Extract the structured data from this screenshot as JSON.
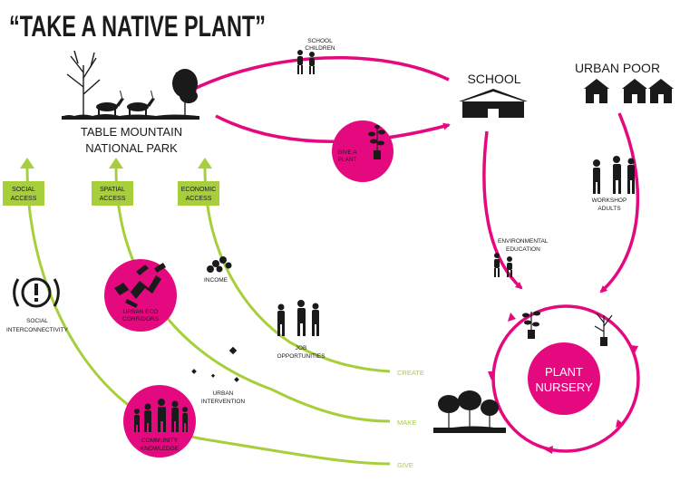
{
  "title": "“TAKE A NATIVE PLANT”",
  "nodes": {
    "park": [
      "TABLE MOUNTAIN",
      "NATIONAL PARK"
    ],
    "school": "SCHOOL",
    "urban_poor": "URBAN POOR",
    "nursery": [
      "PLANT",
      "NURSERY"
    ],
    "give_plant": [
      "GIVE A",
      "PLANT"
    ],
    "eco_corridors": [
      "URBAN ECO",
      "CORRIDORS"
    ],
    "community": [
      "COMMUNITY",
      "KNOWLEDGE"
    ]
  },
  "labels": {
    "school_children": [
      "SCHOOL",
      "CHILDREN"
    ],
    "workshop_adults": [
      "WORKSHOP",
      "ADULTS"
    ],
    "env_education": [
      "ENVIRONMENTAL",
      "EDUCATION"
    ],
    "income": "INCOME",
    "job_opportunities": [
      "JOB",
      "OPPORTUNITIES"
    ],
    "urban_intervention": [
      "URBAN",
      "INTERVENTION"
    ],
    "social_interconnectivity": [
      "SOCIAL",
      "INTERCONNECTIVITY"
    ]
  },
  "access_boxes": [
    [
      "SOCIAL",
      "ACCESS"
    ],
    [
      "SPATIAL",
      "ACCESS"
    ],
    [
      "ECONOMIC",
      "ACCESS"
    ]
  ],
  "arc_ends": {
    "create": "CREATE",
    "make": "MAKE",
    "give": "GIVE"
  },
  "colors": {
    "magenta": "#e5097f",
    "green": "#a6cf3b",
    "ink": "#1a1a1a"
  }
}
